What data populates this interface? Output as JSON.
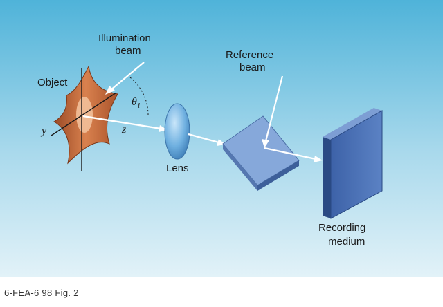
{
  "labels": {
    "illumination_line1": "Illumination",
    "illumination_line2": "beam",
    "reference_line1": "Reference",
    "reference_line2": "beam",
    "object": "Object",
    "theta": "θ",
    "theta_sub": "i",
    "y_axis": "y",
    "z_axis": "z",
    "lens": "Lens",
    "recording_line1": "Recording",
    "recording_line2": "medium"
  },
  "caption": "6-FEA-6 98 Fig. 2",
  "colors": {
    "background_top": "#4fb3d9",
    "background_bottom": "#dff0f7",
    "object_fill": "#c7683a",
    "object_highlight": "#f2c09a",
    "lens": "#6fb0e0",
    "mirror_top": "#7fa3d8",
    "mirror_side": "#3d5f9a",
    "recording_front": "#4a6fb5",
    "recording_side": "#2a4a84",
    "beam": "#ffffff"
  }
}
